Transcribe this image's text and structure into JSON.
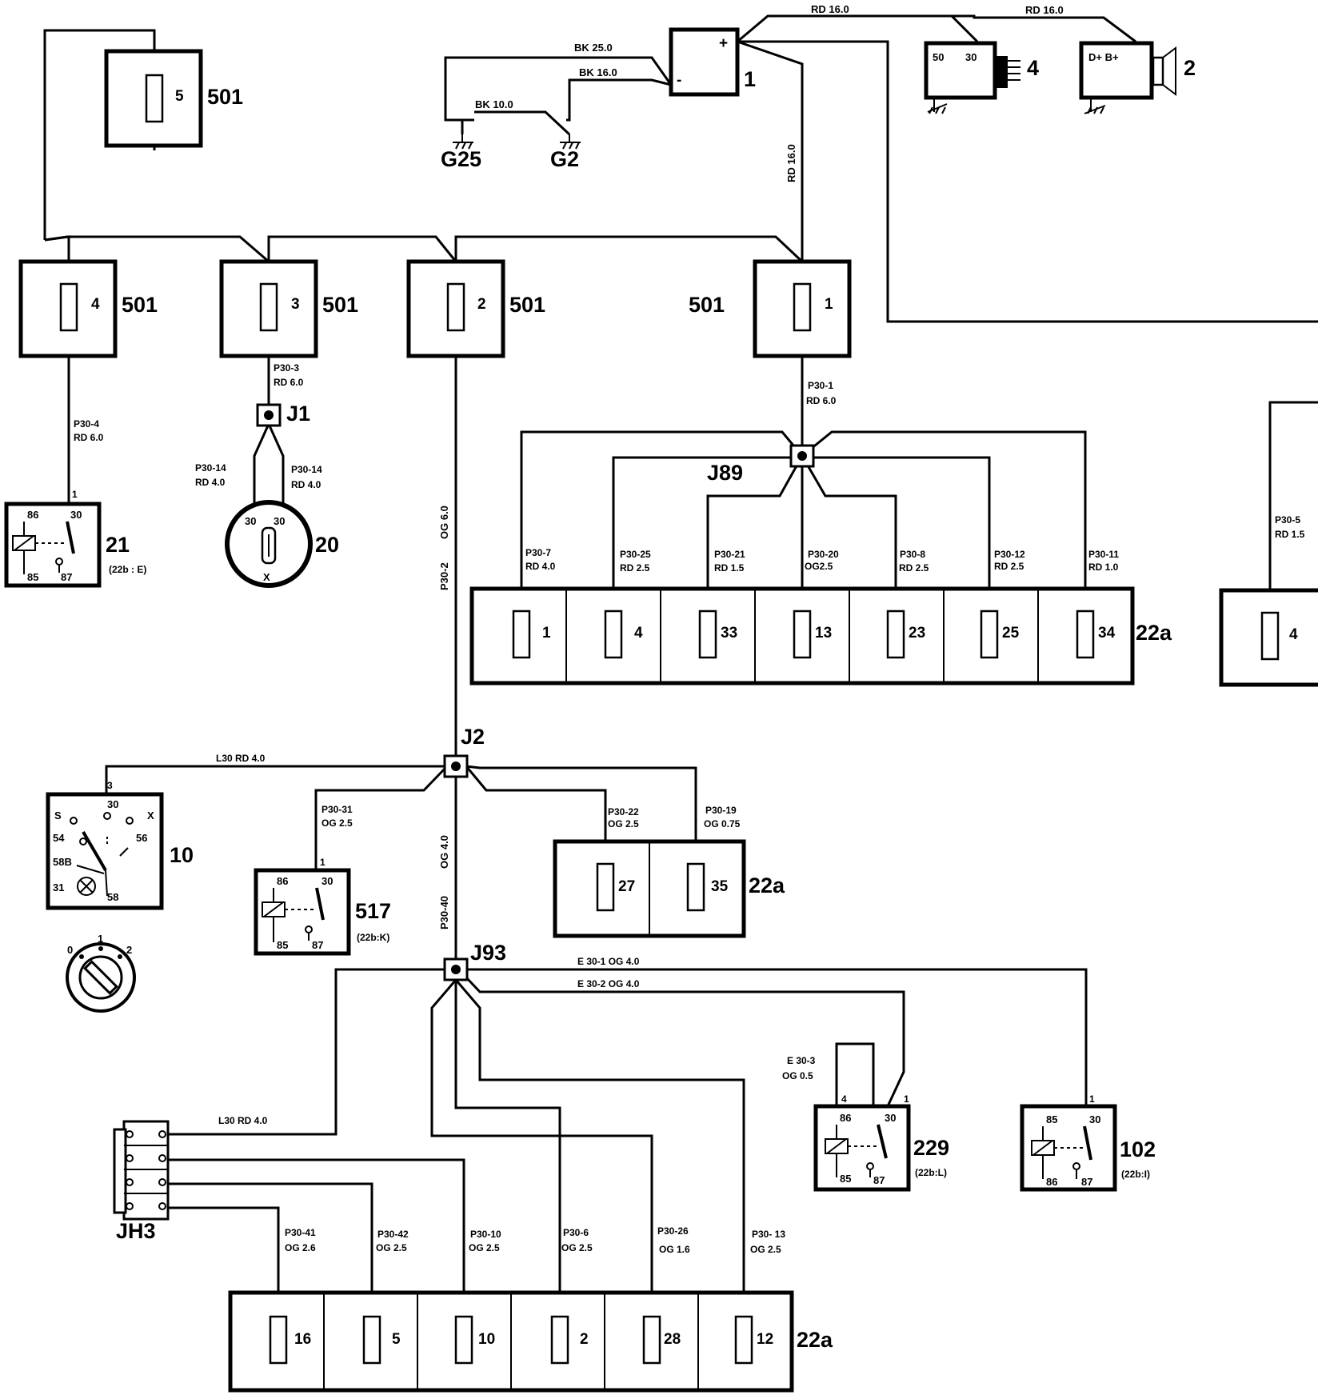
{
  "fuse_boxes": {
    "b501_5": {
      "fuse": "5",
      "id": "501"
    },
    "b501_4": {
      "fuse": "4",
      "id": "501"
    },
    "b501_3": {
      "fuse": "3",
      "id": "501"
    },
    "b501_2": {
      "fuse": "2",
      "id": "501"
    },
    "b501_1": {
      "fuse": "1",
      "id": "501"
    }
  },
  "battery": {
    "id": "1",
    "plus": "+",
    "minus": "-"
  },
  "starter": {
    "id": "4",
    "t50": "50",
    "t30": "30"
  },
  "alternator": {
    "id": "2",
    "terminals": "D+ B+"
  },
  "grounds": {
    "g25": "G25",
    "g2": "G2"
  },
  "junctions": {
    "j1": "J1",
    "j89": "J89",
    "j2": "J2",
    "j93": "J93",
    "jh3": "JH3"
  },
  "wires": {
    "rd16_a": "RD  16.0",
    "rd16_b": "RD  16.0",
    "bk25": "BK   25.0",
    "bk16": "BK   16.0",
    "bk10": "BK   10.0",
    "rd16_v": "RD  16.0",
    "p30_4": "P30-4",
    "p30_4c": "RD   6.0",
    "p30_3": "P30-3",
    "p30_3c": "RD  6.0",
    "p30_14a": "P30-14",
    "p30_14ac": "RD  4.0",
    "p30_14b": "P30-14",
    "p30_14bc": "RD  4.0",
    "p30_1": "P30-1",
    "p30_1c": "RD    6.0",
    "og60_v": "OG  6.0",
    "p30_2_v": "P30-2",
    "p30_7": "P30-7",
    "p30_7c": "RD  4.0",
    "p30_25": "P30-25",
    "p30_25c": "RD  2.5",
    "p30_21": "P30-21",
    "p30_21c": "RD 1.5",
    "p30_20": "P30-20",
    "p30_20c": "OG2.5",
    "p30_8": "P30-8",
    "p30_8c": "RD  2.5",
    "p30_12": "P30-12",
    "p30_12c": "RD 2.5",
    "p30_11": "P30-11",
    "p30_11c": "RD  1.0",
    "p30_5": "P30-5",
    "p30_5c": "RD  1.5",
    "l30_top": "L30    RD  4.0",
    "p30_31": "P30-31",
    "p30_31c": "OG  2.5",
    "p30_22": "P30-22",
    "p30_22c": "OG 2.5",
    "p30_19": "P30-19",
    "p30_19c": "OG  0.75",
    "og40_v": "OG  4.0",
    "p30_40_v": "P30-40",
    "e30_1": "E 30-1   OG 4.0",
    "e30_2": "E 30-2   OG  4.0",
    "e30_3": "E  30-3",
    "e30_3c": "OG   0.5",
    "l30_bot": "L30  RD  4.0",
    "p30_41": "P30-41",
    "p30_41c": "OG 2.6",
    "p30_42": "P30-42",
    "p30_42c": "OG 2.5",
    "p30_10": "P30-10",
    "p30_10c": "OG 2.5",
    "p30_6": "P30-6",
    "p30_6c": "OG 2.5",
    "p30_26": "P30-26",
    "p30_26c": "OG 1.6",
    "p30_13": "P30- 13",
    "p30_13c": "OG  2.5"
  },
  "fusebox_22a_mid": {
    "fuses": [
      "1",
      "4",
      "33",
      "13",
      "23",
      "25",
      "34"
    ],
    "id": "22a"
  },
  "fusebox_22a_right": {
    "fuses": [
      "4"
    ]
  },
  "fusebox_22a_small": {
    "fuses": [
      "27",
      "35"
    ],
    "id": "22a"
  },
  "fusebox_22a_bottom": {
    "fuses": [
      "16",
      "5",
      "10",
      "2",
      "28",
      "12"
    ],
    "id": "22a"
  },
  "relays": {
    "r21": {
      "id": "21",
      "ref": "(22b : E)",
      "t86": "86",
      "t30": "30",
      "t85": "85",
      "t87": "87",
      "pin": "1"
    },
    "r517": {
      "id": "517",
      "ref": "(22b:K)",
      "t86": "86",
      "t30": "30",
      "t85": "85",
      "t87": "87",
      "pin": "1"
    },
    "r229": {
      "id": "229",
      "ref": "(22b:L)",
      "t86": "86",
      "t30": "30",
      "t85": "85",
      "t87": "87",
      "pin4": "4",
      "pin1": "1"
    },
    "r102": {
      "id": "102",
      "ref": "(22b:I)",
      "t85": "85",
      "t30": "30",
      "t86": "86",
      "t87": "87",
      "pin": "1"
    }
  },
  "ignition_switch": {
    "id": "20",
    "t30a": "30",
    "t30b": "30",
    "x": "X"
  },
  "light_switch": {
    "id": "10",
    "pin": "3",
    "s": "S",
    "t30": "30",
    "x": "X",
    "t54": "54",
    "t56": "56",
    "t58b": "58B",
    "t31": "31",
    "t58": "58",
    "pos0": "0",
    "pos1": "1",
    "pos2": "2"
  }
}
